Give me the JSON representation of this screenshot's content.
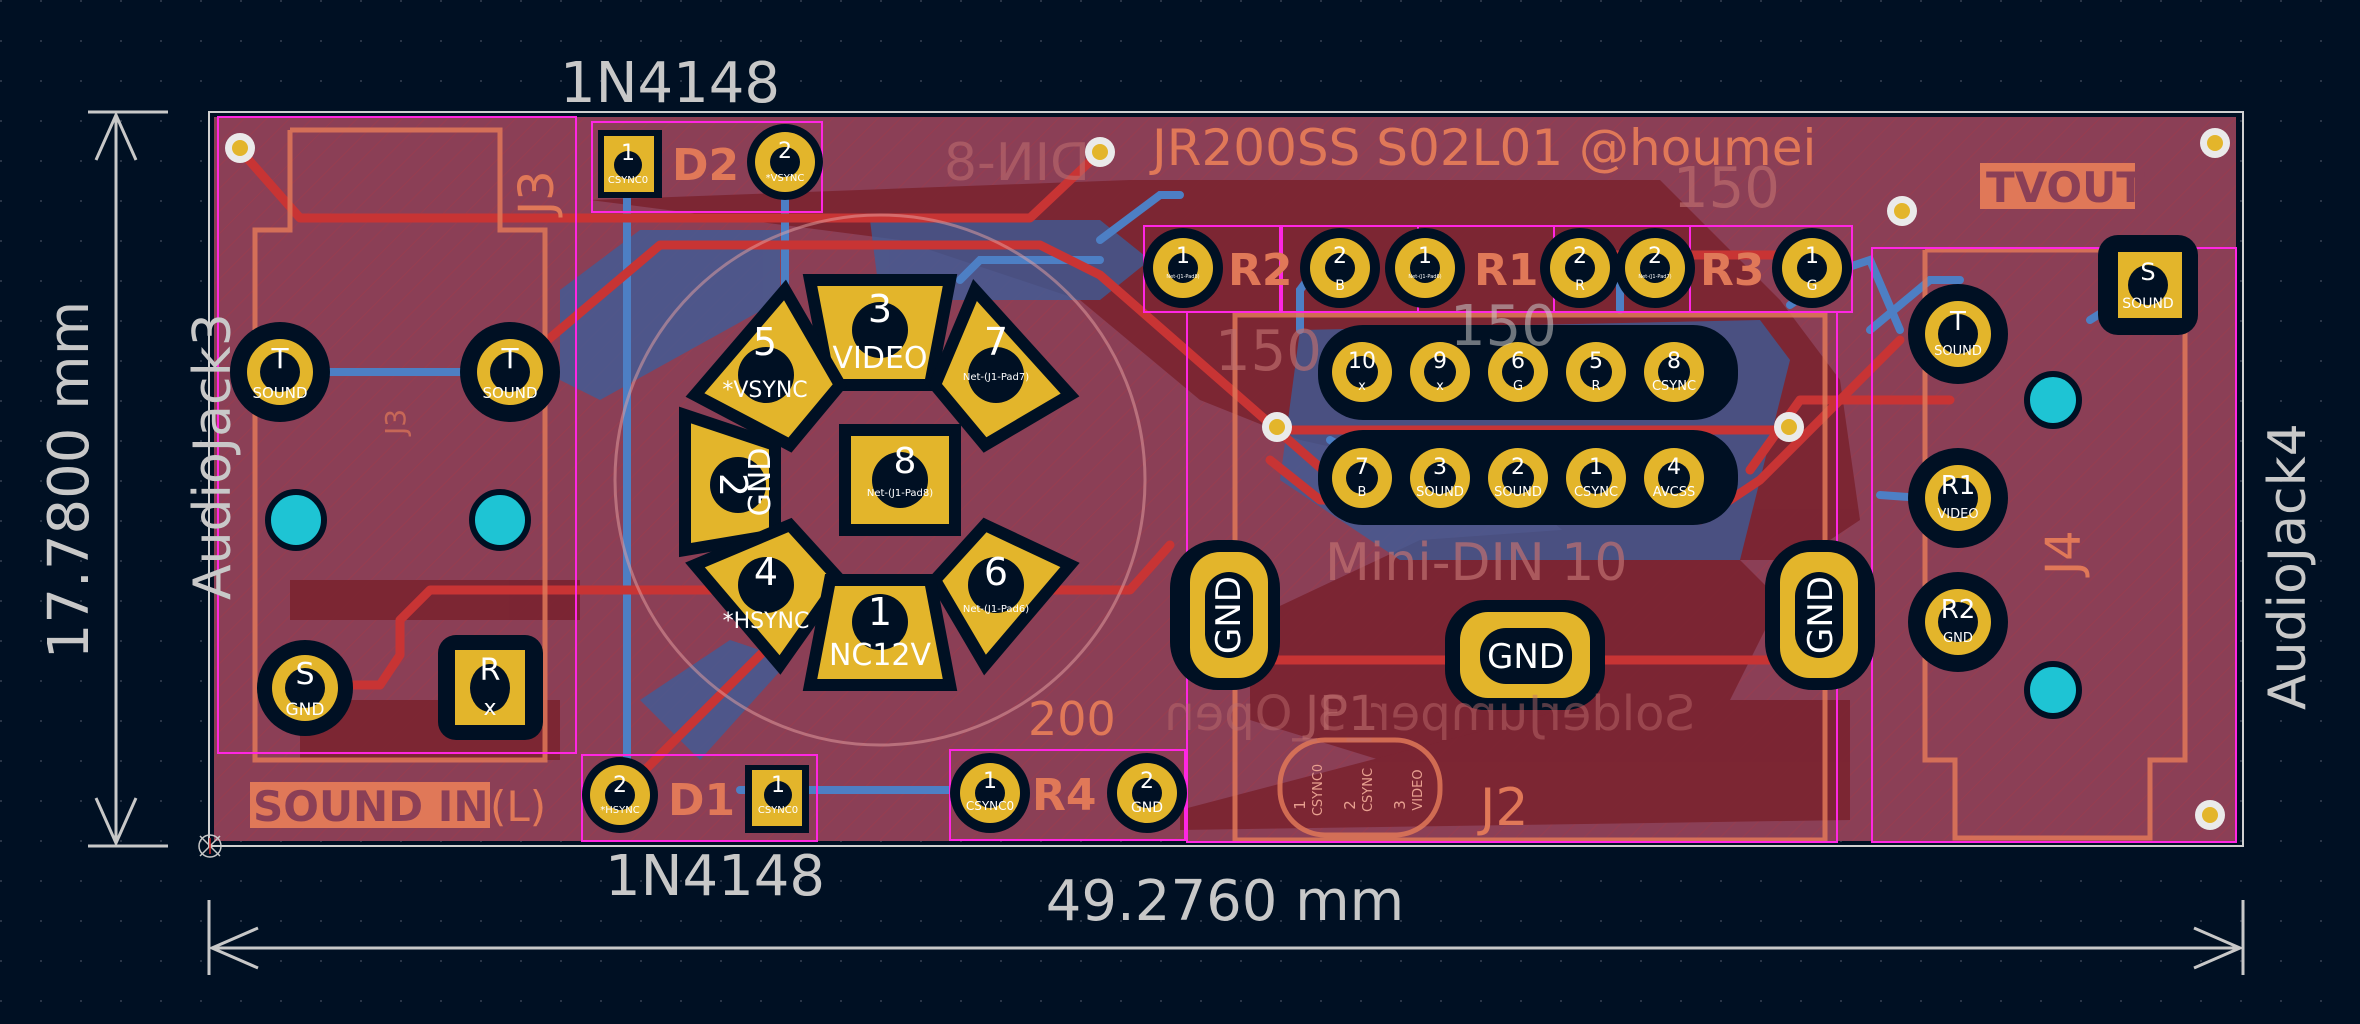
{
  "app": "KiCad PCB Editor",
  "colors": {
    "background": "#001023",
    "board_fill": "#8b3f56",
    "copper_front": "#c83434",
    "copper_back": "#4d7fc4",
    "pad": "#e3b52b",
    "silkscreen": "#e07858",
    "courtyard": "#ff26e2",
    "fab": "#c8c8c8",
    "npth": "#1ec4d4",
    "edge": "#d0d0d0"
  },
  "dimensions": {
    "width_label": "49.2760 mm",
    "height_label": "17.7800 mm"
  },
  "board": {
    "title": "JR200SS S02L01 @houmei",
    "tvout_label": "TVOUT",
    "sound_in_label": "SOUND IN",
    "sound_in_suffix": "(L)",
    "din8_mirror": "DIN-8",
    "mini_din_label": "Mini-DIN 10",
    "solder_jumper_label": "SolderJumper_3_Open",
    "jp1_label": "JP1"
  },
  "components": {
    "D2": {
      "ref": "D2",
      "value": "1N4148",
      "pads": [
        {
          "num": "1",
          "net": "CSYNC0"
        },
        {
          "num": "2",
          "net": "*VSYNC"
        }
      ]
    },
    "D1": {
      "ref": "D1",
      "value": "1N4148",
      "pads": [
        {
          "num": "2",
          "net": "*HSYNC"
        },
        {
          "num": "1",
          "net": "CSYNC0"
        }
      ]
    },
    "R2": {
      "ref": "R2",
      "value": "150",
      "pads": [
        {
          "num": "1",
          "net": "Net-(J1-Pad8)"
        },
        {
          "num": "2",
          "net": "B"
        }
      ]
    },
    "R1": {
      "ref": "R1",
      "value": "150",
      "pads": [
        {
          "num": "1",
          "net": "Net-(J1-Pad6)"
        },
        {
          "num": "2",
          "net": "R"
        }
      ]
    },
    "R3": {
      "ref": "R3",
      "value": "150",
      "pads": [
        {
          "num": "2",
          "net": "Net-(J1-Pad7)"
        },
        {
          "num": "1",
          "net": "G"
        }
      ]
    },
    "R4": {
      "ref": "R4",
      "value": "200",
      "pads": [
        {
          "num": "1",
          "net": "CSYNC0"
        },
        {
          "num": "2",
          "net": "GND"
        }
      ]
    },
    "J3": {
      "ref": "J3",
      "value": "AudioJack3",
      "pads": [
        {
          "num": "T",
          "net": "SOUND"
        },
        {
          "num": "T",
          "net": "SOUND"
        },
        {
          "num": "S",
          "net": "GND"
        },
        {
          "num": "R",
          "net": "x"
        }
      ]
    },
    "J4": {
      "ref": "J4",
      "value": "AudioJack4",
      "pads": [
        {
          "num": "S",
          "net": "SOUND"
        },
        {
          "num": "T",
          "net": "SOUND"
        },
        {
          "num": "R1",
          "net": "VIDEO"
        },
        {
          "num": "R2",
          "net": "GND"
        }
      ]
    },
    "J1": {
      "ref": "J1",
      "value": "DIN-8",
      "pads": [
        {
          "num": "3",
          "net": "VIDEO"
        },
        {
          "num": "5",
          "net": "*VSYNC"
        },
        {
          "num": "7",
          "net": "Net-(J1-Pad7)"
        },
        {
          "num": "2",
          "net": "GND"
        },
        {
          "num": "8",
          "net": "Net-(J1-Pad8)"
        },
        {
          "num": "4",
          "net": "*HSYNC"
        },
        {
          "num": "1",
          "net": "NC12V"
        },
        {
          "num": "6",
          "net": "Net-(J1-Pad6)"
        }
      ]
    },
    "J2": {
      "ref": "J2",
      "value": "Mini-DIN 10",
      "pads_top": [
        {
          "num": "10",
          "net": "x"
        },
        {
          "num": "9",
          "net": "x"
        },
        {
          "num": "6",
          "net": "G"
        },
        {
          "num": "5",
          "net": "R"
        },
        {
          "num": "8",
          "net": "CSYNC"
        }
      ],
      "pads_bottom": [
        {
          "num": "7",
          "net": "B"
        },
        {
          "num": "3",
          "net": "SOUND"
        },
        {
          "num": "2",
          "net": "SOUND"
        },
        {
          "num": "1",
          "net": "CSYNC"
        },
        {
          "num": "4",
          "net": "AVCSS"
        }
      ],
      "shield": [
        "GND",
        "GND",
        "GND"
      ]
    },
    "JP1": {
      "ref": "JP1",
      "pads": [
        {
          "num": "1",
          "net": "CSYNC0"
        },
        {
          "num": "2",
          "net": "CSYNC"
        },
        {
          "num": "3",
          "net": "VIDEO"
        }
      ]
    }
  }
}
